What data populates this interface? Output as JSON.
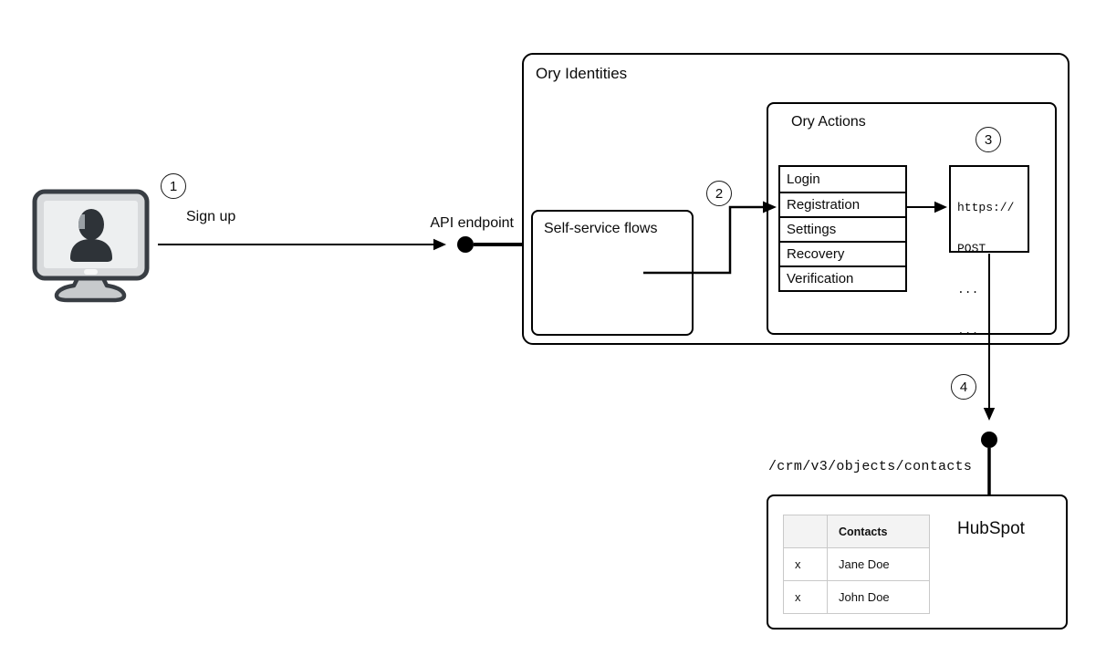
{
  "diagram": {
    "steps": {
      "one": "1",
      "two": "2",
      "three": "3",
      "four": "4"
    },
    "labels": {
      "sign_up": "Sign up",
      "api_endpoint": "API endpoint",
      "ory_identities": "Ory Identities",
      "self_service_flows": "Self-service flows",
      "ory_actions": "Ory Actions",
      "hubspot": "HubSpot",
      "crm_path": "/crm/v3/objects/contacts"
    },
    "flows": [
      "Login",
      "Registration",
      "Settings",
      "Recovery",
      "Verification"
    ],
    "webhook": {
      "lines": [
        "https://",
        "POST",
        "...",
        "..."
      ]
    },
    "contacts": {
      "header": "Contacts",
      "rows": [
        {
          "mark": "x",
          "name": "Jane Doe"
        },
        {
          "mark": "x",
          "name": "John Doe"
        }
      ]
    },
    "icons": {
      "user_terminal": "user-terminal-icon"
    },
    "colors": {
      "stroke": "#000000",
      "monitor_frame": "#d8dadc",
      "monitor_screen": "#edeff0",
      "silhouette": "#2e3338",
      "contacts_border": "#c9c9c9",
      "contacts_header_bg": "#f3f3f3"
    }
  }
}
